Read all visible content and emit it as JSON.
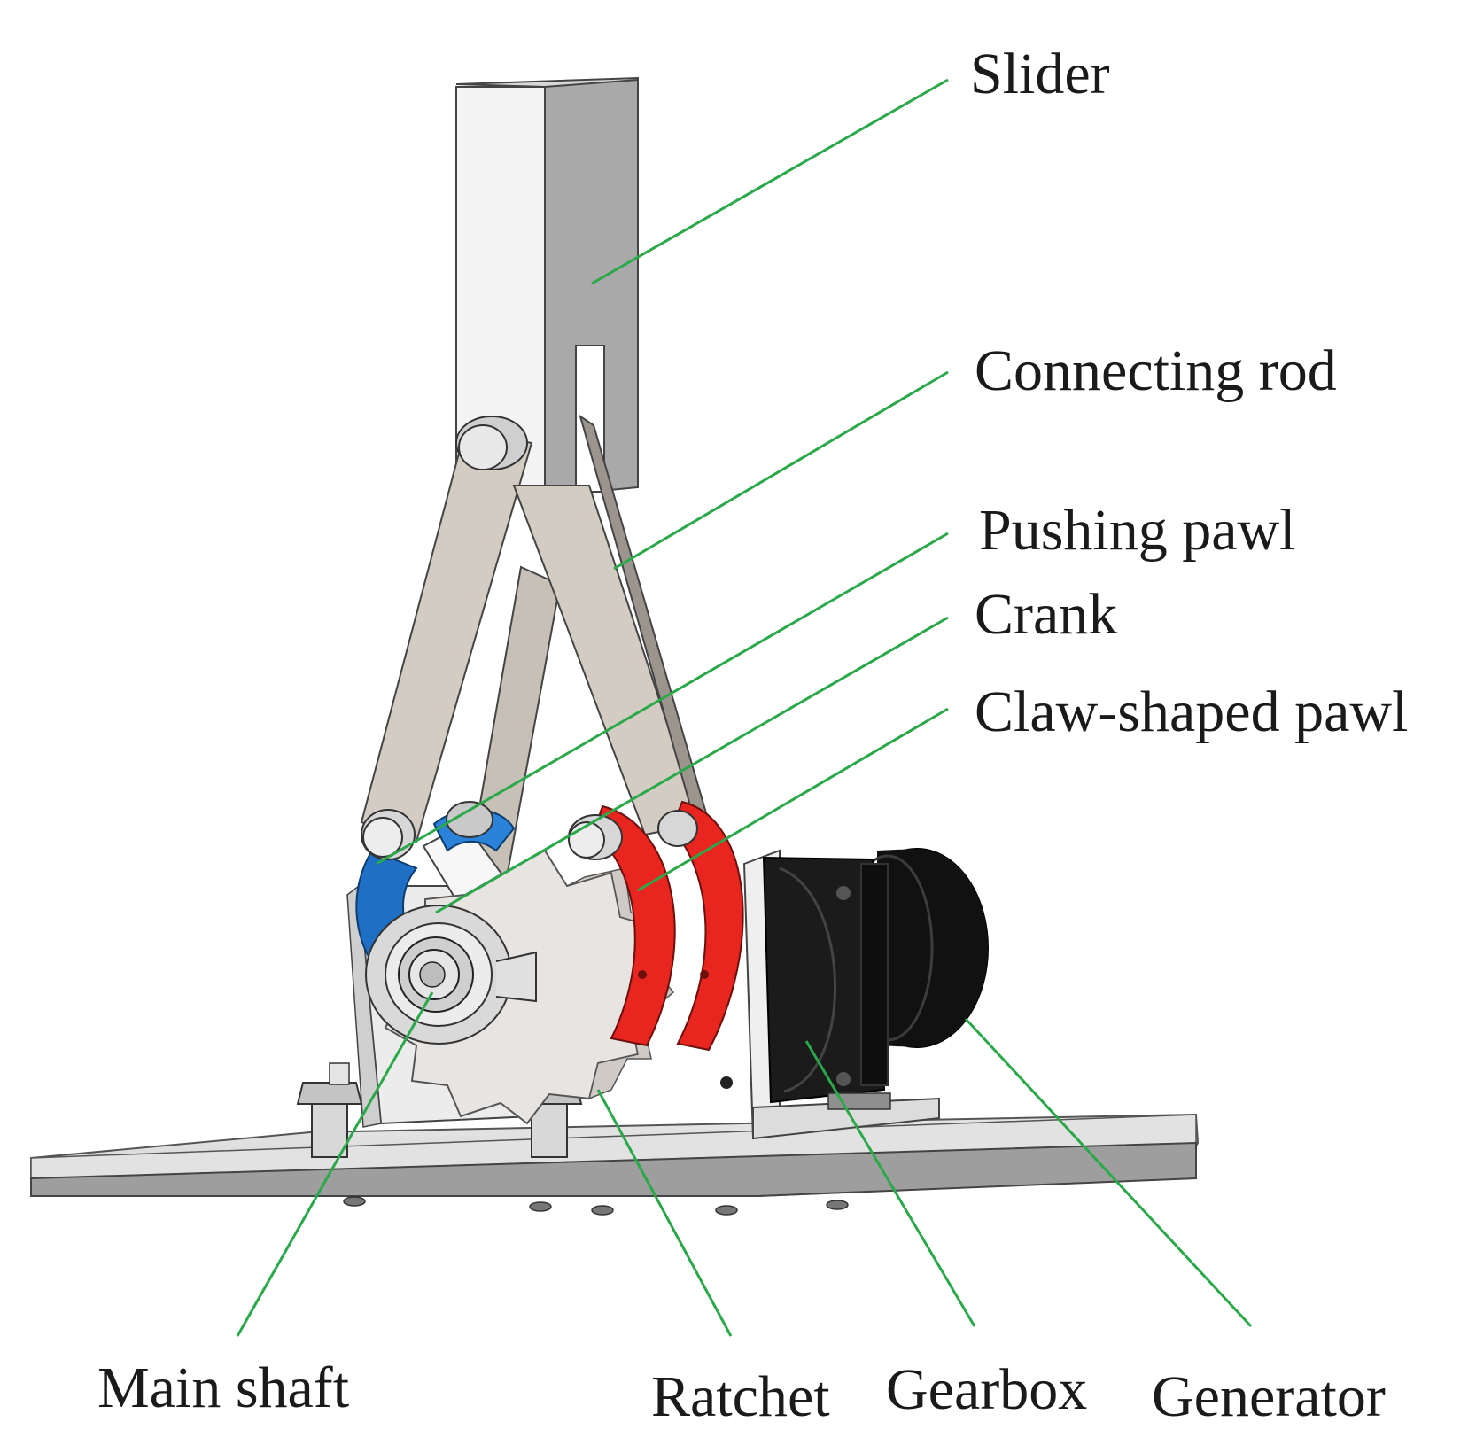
{
  "labels": {
    "slider": "Slider",
    "connecting_rod": "Connecting rod",
    "pushing_pawl": "Pushing pawl",
    "crank": "Crank",
    "claw_shaped_pawl": "Claw-shaped pawl",
    "main_shaft": "Main shaft",
    "ratchet": "Ratchet",
    "gearbox": "Gearbox",
    "generator": "Generator"
  },
  "colors": {
    "leader_line": "#2aa84a",
    "pushing_pawl": "#1f6fc4",
    "claw_shaped_pawl": "#e8261f",
    "generator": "#161616",
    "base_plate": "#b9b9b9",
    "slider_front": "#f2f2f2",
    "slider_side": "#a8a8a8",
    "rod": "#d2cbc2"
  }
}
